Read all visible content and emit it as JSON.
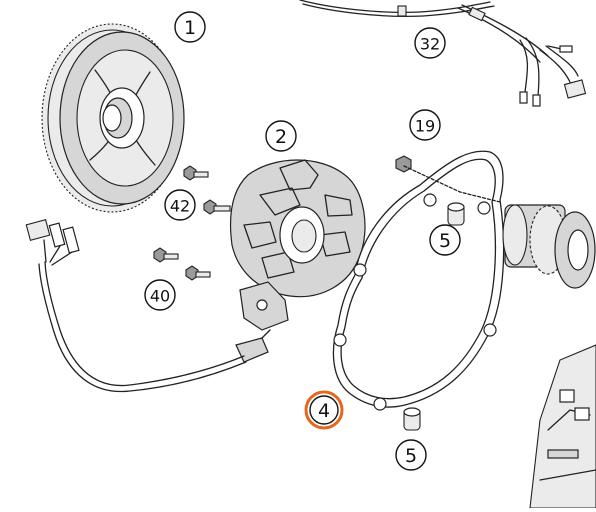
{
  "callouts": [
    {
      "id": "c1",
      "label": "1"
    },
    {
      "id": "c2",
      "label": "2"
    },
    {
      "id": "c32",
      "label": "32"
    },
    {
      "id": "c19",
      "label": "19"
    },
    {
      "id": "c42",
      "label": "42"
    },
    {
      "id": "c5a",
      "label": "5"
    },
    {
      "id": "c40",
      "label": "40"
    },
    {
      "id": "c4",
      "label": "4"
    },
    {
      "id": "c5b",
      "label": "5"
    }
  ],
  "highlight": {
    "callout": "4",
    "color": "#e8651c"
  }
}
